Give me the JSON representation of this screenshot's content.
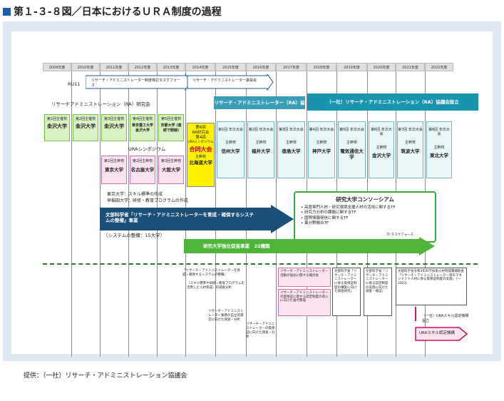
{
  "title": "第１-３-８図／日本におけるＵＲＡ制度の過程",
  "source": "提供：（一社）リサーチ・アドミニストレーション協議会",
  "years": [
    "2009年度",
    "2010年度",
    "2011年度",
    "2012年度",
    "2013年度",
    "2014年度",
    "2015年度",
    "2016年度",
    "2017年度",
    "2018年度",
    "2019年度",
    "2020年度",
    "2021年度",
    "2022年度"
  ],
  "ru11": "RU11",
  "ru11_arrow1": "リサーチ・アドミニストレーター制度検討タスクフォース",
  "ru11_arrow2": "リサーチ・アドミニストレーター委員会",
  "ra_research_label": "リサーチアドミニストレーション（RA）研究会",
  "ra_council_banner": "リサーチ・アドミニストレーター（RA）協議会設立",
  "ra_assoc_banner": "（一社）リサーチ・アドミニストレーション（RA）協議会設立",
  "early_meetings": [
    {
      "title": "第1回主催校",
      "uni": "金沢大学"
    },
    {
      "title": "第2回主催校",
      "uni": "金沢大学"
    },
    {
      "title": "第3回主催校",
      "uni": "金沢大学"
    },
    {
      "title": "第4回主催校",
      "uni": "東京農工大学 金沢大学"
    },
    {
      "title": "第5回主催校",
      "uni": "京都大学 (連続で開催)"
    }
  ],
  "joint_meeting": {
    "line1": "第6回",
    "line2": "RA研究会",
    "line3": "第4回",
    "line4": "URAシンポジウム",
    "main": "合同大会",
    "host": "主幹校",
    "uni": "北海道大学"
  },
  "annual_meetings": [
    {
      "title": "第1回 年次大会",
      "host": "主幹校",
      "uni": "信州大学"
    },
    {
      "title": "第2回 年次大会",
      "host": "主幹校",
      "uni": "福井大学"
    },
    {
      "title": "第3回 年次大会",
      "host": "主幹校",
      "uni": "徳島大学"
    },
    {
      "title": "第4回 年次大会",
      "host": "主幹校",
      "uni": "神戸大学"
    },
    {
      "title": "第5回 年次大会",
      "host": "主幹校",
      "uni": "電気通信大学"
    },
    {
      "title": "第6回 年次大会",
      "host": "主幹校",
      "uni": "金沢大学"
    },
    {
      "title": "第7回 年次大会",
      "host": "主幹校",
      "uni": "筑波大学"
    },
    {
      "title": "第8回 年次大会",
      "host": "主幹校",
      "uni": "東北大学"
    }
  ],
  "ura_symposium_label": "URAシンポジウム",
  "symposium": [
    {
      "title": "第1回主幹校",
      "uni": "東京大学"
    },
    {
      "title": "第2回主幹校",
      "uni": "名古屋大学"
    },
    {
      "title": "第3回主幹校",
      "uni": "大阪大学"
    }
  ],
  "skill_text": [
    "東京大学：スキル標準の作成",
    "早稲田大学：研修・教育プログラムの作成"
  ],
  "mext_arrow": "文部科学省「リサーチ・アドミニストレーターを育成・確保するシステムの整備」事業",
  "system_note": "（システムの整備：15大学）",
  "consortium": {
    "title": "研究大学コンソーシアム",
    "items": [
      "高度専門人材・研究環境支援人材の活用に関するTF",
      "研究力分析の課題に関するTF",
      "国際情報発信に関するTF",
      "異分野融合TF"
    ],
    "tf_label": "TF:タスクフォース"
  },
  "promotion_arrow": "研究大学強化促進事業　22機関",
  "bottom": {
    "note1": "「リサーチ・アドミニストレーターを育成・確保するシステムの整備」",
    "note1b": "（スキル標準や研修・教育プログラムを活用した人材育成）の調査分析",
    "note2": "リサーチ・アドミニストレーター業務の自立的運営に向けた調査・分析",
    "note3": "リサーチ・アドミニストレーターの質保証に向けた調査・分析",
    "pink1": "リサーチ・アドミニストレーター活動の強化に関する検討会",
    "pink2": "リサーチ・アドミニストレーターの質保証に資する認定制度の導入に向けた論点整理",
    "box1": "文部科学省「リサーチ・アドミニストレーターに係る質保証制度の構築に向けた調査研究」",
    "box2": "文部科学省「リサーチ・アドミニストレーターに係る認定制度の実施に向けた調査・検証」",
    "box3": "文部科学省令和3年科学技術人材育成費補助金「リサーチ・アドミニストレーター等のマネジメント人材に係る質保証制度の実施」（～2023）",
    "assoc_note": "（一社）URAスキル認定機構設立",
    "cert_arrow": "URAスキル認定機構"
  }
}
